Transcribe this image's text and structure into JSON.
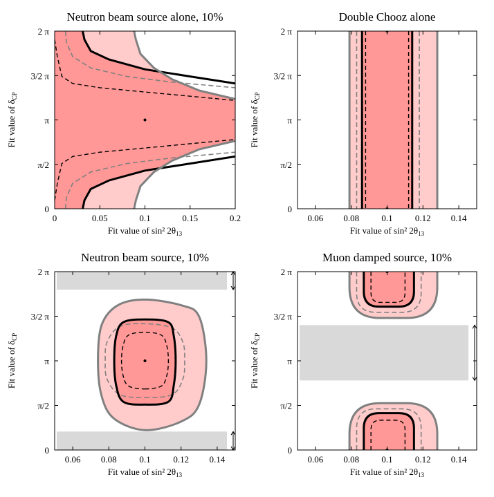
{
  "figure": {
    "title": "",
    "layout": "2x2 grid of contour plots"
  },
  "colors": {
    "region_1sigma": "#ff9896",
    "region_2sigma": "#ffcccb",
    "contour_outer": "#808080",
    "contour_dashed_gray": "#808080",
    "contour_black": "#000000",
    "excluded_band": "#d9d9d9",
    "best_fit_marker": "#000000"
  },
  "chart_data": [
    {
      "type": "contour",
      "title": "Neutron beam source alone, 10%",
      "xlabel": "Fit value of sin² 2θ",
      "xlabel_sub": "13",
      "ylabel": "Fit value of δ",
      "ylabel_sub": "CP",
      "xlim": [
        0,
        0.2
      ],
      "ylim": [
        0,
        6.2832
      ],
      "xticks": [
        0,
        0.05,
        0.1,
        0.15,
        0.2
      ],
      "xtick_labels": [
        "0",
        "0.05",
        "0.1",
        "0.15",
        "0.2"
      ],
      "yticks": [
        0,
        1.5708,
        3.1416,
        4.7124,
        6.2832
      ],
      "ytick_labels": [
        "0",
        "π/2",
        "π",
        "3/2 π",
        "2 π"
      ],
      "best_fit": {
        "x": 0.1,
        "y": 3.1416
      },
      "excluded_bands": [],
      "fill_between": [
        {
          "level": "2sigma",
          "x_left_from_y": [
            [
              0,
              0.088
            ],
            [
              0.3,
              0.09
            ],
            [
              0.8,
              0.095
            ],
            [
              1.3,
              0.11
            ],
            [
              1.7,
              0.13
            ],
            [
              2.1,
              0.16
            ],
            [
              2.4,
              0.2
            ]
          ],
          "x_left_from_y_top": [
            [
              6.2832,
              0.088
            ],
            [
              5.98,
              0.09
            ],
            [
              5.48,
              0.095
            ],
            [
              4.98,
              0.11
            ],
            [
              4.58,
              0.13
            ],
            [
              4.18,
              0.16
            ],
            [
              3.88,
              0.2
            ]
          ]
        }
      ],
      "contours": [
        {
          "level": "1sigma",
          "style": "black-solid",
          "lower_branch": [
            [
              0.031,
              0.0
            ],
            [
              0.033,
              0.3
            ],
            [
              0.04,
              0.7
            ],
            [
              0.06,
              1.0
            ],
            [
              0.1,
              1.35
            ],
            [
              0.15,
              1.6
            ],
            [
              0.2,
              1.85
            ]
          ],
          "upper_branch": [
            [
              0.031,
              6.2832
            ],
            [
              0.033,
              5.98
            ],
            [
              0.04,
              5.58
            ],
            [
              0.06,
              5.28
            ],
            [
              0.1,
              4.93
            ],
            [
              0.15,
              4.68
            ],
            [
              0.2,
              4.43
            ]
          ]
        },
        {
          "level": "inner-dashed",
          "style": "black-dashed",
          "lower_branch": [
            [
              0.0,
              0.3
            ],
            [
              0.003,
              0.9
            ],
            [
              0.008,
              1.6
            ],
            [
              0.02,
              1.85
            ],
            [
              0.05,
              2.0
            ],
            [
              0.1,
              2.15
            ],
            [
              0.15,
              2.3
            ],
            [
              0.2,
              2.45
            ]
          ],
          "upper_branch": [
            [
              0.0,
              5.98
            ],
            [
              0.003,
              5.38
            ],
            [
              0.008,
              4.68
            ],
            [
              0.02,
              4.43
            ],
            [
              0.05,
              4.28
            ],
            [
              0.1,
              4.13
            ],
            [
              0.15,
              3.98
            ],
            [
              0.2,
              3.83
            ]
          ]
        },
        {
          "level": "gray-dashed",
          "style": "gray-dashed",
          "lower_branch": [
            [
              0.012,
              0.0
            ],
            [
              0.013,
              0.4
            ],
            [
              0.02,
              0.9
            ],
            [
              0.04,
              1.3
            ],
            [
              0.08,
              1.6
            ],
            [
              0.13,
              1.8
            ],
            [
              0.2,
              2.0
            ]
          ],
          "upper_branch": [
            [
              0.012,
              6.2832
            ],
            [
              0.013,
              5.88
            ],
            [
              0.02,
              5.38
            ],
            [
              0.04,
              4.98
            ],
            [
              0.08,
              4.68
            ],
            [
              0.13,
              4.48
            ],
            [
              0.2,
              4.28
            ]
          ]
        },
        {
          "level": "2sigma-edge",
          "style": "gray-solid",
          "lower_branch": [
            [
              0.088,
              0.0
            ],
            [
              0.09,
              0.3
            ],
            [
              0.095,
              0.8
            ],
            [
              0.11,
              1.3
            ],
            [
              0.13,
              1.7
            ],
            [
              0.16,
              2.1
            ],
            [
              0.2,
              2.4
            ]
          ],
          "upper_branch": [
            [
              0.088,
              6.2832
            ],
            [
              0.09,
              5.98
            ],
            [
              0.095,
              5.48
            ],
            [
              0.11,
              4.98
            ],
            [
              0.13,
              4.58
            ],
            [
              0.16,
              4.18
            ],
            [
              0.2,
              3.88
            ]
          ]
        }
      ]
    },
    {
      "type": "contour",
      "title": "Double Chooz alone",
      "xlabel": "Fit value of sin² 2θ",
      "xlabel_sub": "13",
      "ylabel": "Fit value of δ",
      "ylabel_sub": "CP",
      "xlim": [
        0.05,
        0.15
      ],
      "ylim": [
        0,
        6.2832
      ],
      "xticks": [
        0.06,
        0.08,
        0.1,
        0.12,
        0.14
      ],
      "xtick_labels": [
        "0.06",
        "0.08",
        "0.1",
        "0.12",
        "0.14"
      ],
      "yticks": [
        0,
        1.5708,
        3.1416,
        4.7124,
        6.2832
      ],
      "ytick_labels": [
        "0",
        "π/2",
        "π",
        "3/2 π",
        "2 π"
      ],
      "best_fit_points": [
        {
          "x": 0.1,
          "y": 0
        },
        {
          "x": 0.1,
          "y": 6.2832
        }
      ],
      "excluded_bands": [],
      "vertical_bands": {
        "2sigma": [
          0.079,
          0.128
        ],
        "1sigma": [
          0.086,
          0.114
        ]
      },
      "vertical_lines": [
        {
          "x": 0.079,
          "style": "gray-solid"
        },
        {
          "x": 0.128,
          "style": "gray-solid"
        },
        {
          "x": 0.083,
          "style": "gray-dashed"
        },
        {
          "x": 0.118,
          "style": "gray-dashed"
        },
        {
          "x": 0.086,
          "style": "black-solid"
        },
        {
          "x": 0.114,
          "style": "black-solid"
        },
        {
          "x": 0.088,
          "style": "black-dashed"
        },
        {
          "x": 0.112,
          "style": "black-dashed"
        }
      ]
    },
    {
      "type": "contour",
      "title": "Neutron beam source, 10%",
      "xlabel": "Fit value of sin² 2θ",
      "xlabel_sub": "13",
      "ylabel": "Fit value of δ",
      "ylabel_sub": "CP",
      "xlim": [
        0.05,
        0.15
      ],
      "ylim": [
        0,
        6.2832
      ],
      "xticks": [
        0.06,
        0.08,
        0.1,
        0.12,
        0.14
      ],
      "xtick_labels": [
        "0.06",
        "0.08",
        "0.1",
        "0.12",
        "0.14"
      ],
      "yticks": [
        0,
        1.5708,
        3.1416,
        4.7124,
        6.2832
      ],
      "ytick_labels": [
        "0",
        "π/2",
        "π",
        "3/2 π",
        "2 π"
      ],
      "best_fit": {
        "x": 0.1,
        "y": 3.1416
      },
      "excluded_bands": [
        {
          "y": [
            5.65,
            6.2832
          ],
          "arrow": true
        },
        {
          "y": [
            0,
            0.65
          ],
          "arrow": true
        }
      ],
      "closed_contours": [
        {
          "level": "2sigma-edge",
          "style": "gray-solid",
          "fill": "2sigma",
          "points": [
            [
              0.1,
              0.7
            ],
            [
              0.12,
              1.0
            ],
            [
              0.13,
              1.6
            ],
            [
              0.134,
              3.14
            ],
            [
              0.13,
              4.7
            ],
            [
              0.12,
              5.1
            ],
            [
              0.1,
              5.3
            ],
            [
              0.085,
              5.1
            ],
            [
              0.076,
              4.4
            ],
            [
              0.074,
              3.14
            ],
            [
              0.076,
              1.9
            ],
            [
              0.083,
              1.1
            ]
          ]
        },
        {
          "level": "gray-dashed",
          "style": "gray-dashed",
          "points": [
            [
              0.1,
              1.85
            ],
            [
              0.115,
              1.95
            ],
            [
              0.121,
              2.5
            ],
            [
              0.122,
              3.14
            ],
            [
              0.121,
              3.8
            ],
            [
              0.115,
              4.3
            ],
            [
              0.1,
              4.45
            ],
            [
              0.086,
              4.35
            ],
            [
              0.079,
              3.8
            ],
            [
              0.078,
              3.14
            ],
            [
              0.079,
              2.5
            ],
            [
              0.086,
              1.95
            ]
          ]
        },
        {
          "level": "1sigma",
          "style": "black-solid",
          "fill": "1sigma",
          "points": [
            [
              0.1,
              1.6
            ],
            [
              0.113,
              1.7
            ],
            [
              0.116,
              2.3
            ],
            [
              0.117,
              3.14
            ],
            [
              0.116,
              4.0
            ],
            [
              0.113,
              4.5
            ],
            [
              0.1,
              4.6
            ],
            [
              0.088,
              4.5
            ],
            [
              0.084,
              4.0
            ],
            [
              0.083,
              3.14
            ],
            [
              0.084,
              2.3
            ],
            [
              0.088,
              1.7
            ]
          ]
        },
        {
          "level": "inner-dashed",
          "style": "black-dashed",
          "points": [
            [
              0.1,
              2.15
            ],
            [
              0.109,
              2.25
            ],
            [
              0.112,
              2.6
            ],
            [
              0.113,
              3.14
            ],
            [
              0.112,
              3.7
            ],
            [
              0.109,
              4.05
            ],
            [
              0.1,
              4.15
            ],
            [
              0.091,
              4.05
            ],
            [
              0.088,
              3.7
            ],
            [
              0.087,
              3.14
            ],
            [
              0.088,
              2.6
            ],
            [
              0.091,
              2.25
            ]
          ]
        }
      ]
    },
    {
      "type": "contour",
      "title": "Muon damped source, 10%",
      "xlabel": "Fit value of sin² 2θ",
      "xlabel_sub": "13",
      "ylabel": "Fit value of δ",
      "ylabel_sub": "CP",
      "xlim": [
        0.05,
        0.15
      ],
      "ylim": [
        0,
        6.2832
      ],
      "xticks": [
        0.06,
        0.08,
        0.1,
        0.12,
        0.14
      ],
      "xtick_labels": [
        "0.06",
        "0.08",
        "0.1",
        "0.12",
        "0.14"
      ],
      "yticks": [
        0,
        1.5708,
        3.1416,
        4.7124,
        6.2832
      ],
      "ytick_labels": [
        "0",
        "π/2",
        "π",
        "3/2 π",
        "2 π"
      ],
      "best_fit_points": [
        {
          "x": 0.1,
          "y": 0
        },
        {
          "x": 0.1,
          "y": 6.2832
        }
      ],
      "excluded_bands": [
        {
          "y": [
            2.45,
            4.4
          ],
          "arrow": true
        }
      ],
      "u_contours": [
        {
          "level": "2sigma-edge",
          "style": "gray-solid",
          "fill": "2sigma",
          "x": [
            0.079,
            0.128
          ],
          "bottom_tip": 4.65,
          "top_tip": 1.65,
          "roundness": 0.35
        },
        {
          "level": "gray-dashed",
          "style": "gray-dashed",
          "x": [
            0.083,
            0.119
          ],
          "bottom_tip": 4.85,
          "top_tip": 1.45,
          "roundness": 0.3
        },
        {
          "level": "1sigma",
          "style": "black-solid",
          "fill": "1sigma",
          "x": [
            0.087,
            0.115
          ],
          "bottom_tip": 5.05,
          "top_tip": 1.3,
          "roundness": 0.3
        },
        {
          "level": "inner-dashed",
          "style": "black-dashed",
          "x": [
            0.091,
            0.11
          ],
          "bottom_tip": 5.2,
          "top_tip": 1.05,
          "roundness": 0.28
        }
      ]
    }
  ]
}
